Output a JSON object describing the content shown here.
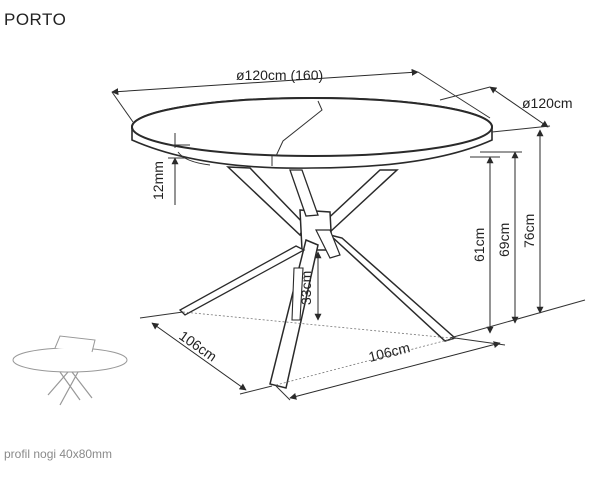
{
  "title": "PORTO",
  "caption": "profil nogi 40x80mm",
  "dimensions": {
    "top_length": "ø120cm (160)",
    "top_width": "ø120cm",
    "top_thickness": "12mm",
    "height_61": "61cm",
    "height_69": "69cm",
    "height_76": "76cm",
    "leg_inner": "33cm",
    "base_depth": "106cm",
    "base_width": "106cm"
  }
}
